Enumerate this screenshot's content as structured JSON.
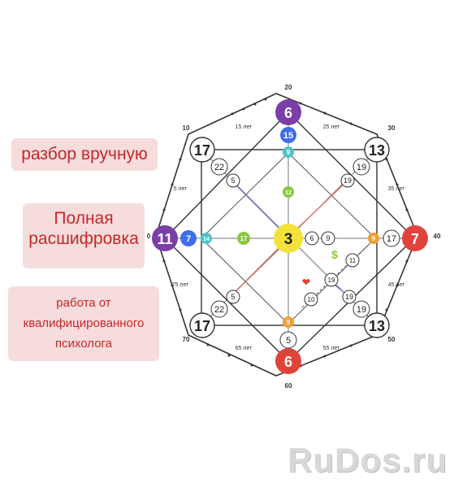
{
  "labels": {
    "manual": "разбор вручную",
    "full_line1": "Полная",
    "full_line2": "расшифровка",
    "psych_line1": "работа от",
    "psych_line2": "квалифицированного",
    "psych_line3": "психолога"
  },
  "watermark": "RuDos.ru",
  "ages": {
    "top": "20",
    "bottom": "60",
    "left": "0",
    "right": "40",
    "top_left": "10",
    "top_right": "30",
    "bottom_left": "70",
    "bottom_right": "50",
    "age_15": "15 лет",
    "age_25": "25 лет",
    "age_35": "35 лет",
    "age_45": "45 лет",
    "age_55": "55 лет",
    "age_65": "65 лет",
    "age_75": "75 лет",
    "age_5": "5 лет",
    "age_unit": "лет"
  },
  "nodes": {
    "top": "6",
    "bottom": "6",
    "left": "11",
    "right": "7",
    "center": "3",
    "top_inner": "15",
    "bottom_inner": "5",
    "left_inner": "7",
    "right_inner": "17",
    "top_yellow": "9",
    "bottom_yellow": "9",
    "left_teal": "14",
    "right_orange": "9",
    "top_green": "12",
    "left_green": "17",
    "corner_tl": "17",
    "corner_tr": "13",
    "corner_bl": "17",
    "corner_br": "13",
    "tl_inner": "22",
    "tl_small": "5",
    "tr_inner": "19",
    "tr_small": "19",
    "bl_inner": "22",
    "bl_small": "5",
    "br_inner": "19",
    "br_small": "19",
    "center_right1": "6",
    "center_right2": "9",
    "diag1": "11",
    "diag2": "19",
    "diag3": "10",
    "dollar": "$",
    "heart": "❤"
  },
  "colors": {
    "purple": "#7b3fa8",
    "blue": "#3f6ee8",
    "teal": "#4fc3c8",
    "green": "#8cc63f",
    "yellow": "#f3e23a",
    "orange": "#f0a030",
    "red": "#e0433a",
    "label_bg": "#f6dcdc",
    "label_text": "#c62828"
  }
}
